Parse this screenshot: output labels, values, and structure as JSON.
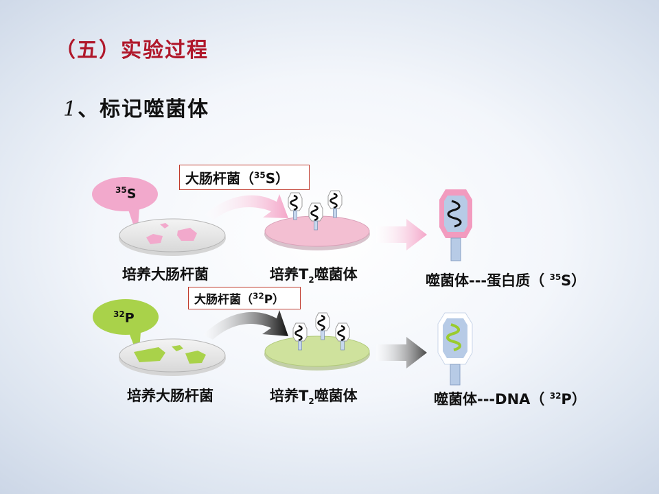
{
  "slide": {
    "section_title": "（五）实验过程",
    "step_number": "1",
    "step_sep": "、",
    "step_title": "标记噬菌体"
  },
  "row1": {
    "bubble_iso_mass": "35",
    "bubble_iso_elem": "S",
    "box_pre": "大肠杆菌（",
    "box_iso_mass": "35",
    "box_iso_elem": "S）",
    "label_culture_ecoli": "培养大肠杆菌",
    "label_culture_phage_pre": "培养T",
    "label_culture_phage_sub": "2",
    "label_culture_phage_post": "噬菌体",
    "result_pre": "噬菌体---蛋白质（ ",
    "result_iso_mass": "35",
    "result_iso_elem": "S）"
  },
  "row2": {
    "bubble_iso_mass": "32",
    "bubble_iso_elem": "P",
    "box_pre": "大肠杆菌（",
    "box_iso_mass": "32",
    "box_iso_elem": "P）",
    "label_culture_ecoli": "培养大肠杆菌",
    "label_culture_phage_pre": "培养T",
    "label_culture_phage_sub": "2",
    "label_culture_phage_post": "噬菌体",
    "result_pre": "噬菌体---DNA（ ",
    "result_iso_mass": "32",
    "result_iso_elem": "P）"
  },
  "colors": {
    "title_red": "#b0172a",
    "sulfur_pink": "#f2a9cc",
    "phosphorus_green": "#a9d24a",
    "phage_body_blue": "#b7cbe6"
  }
}
